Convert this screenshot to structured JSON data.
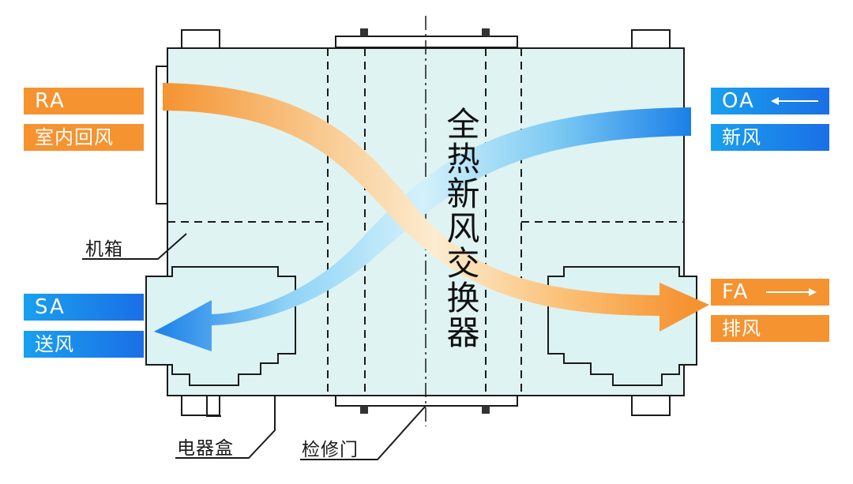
{
  "title": "全热新风交换器",
  "streams": {
    "ra": {
      "code": "RA",
      "name": "室内回风"
    },
    "oa": {
      "code": "OA",
      "name": "新风"
    },
    "sa": {
      "code": "SA",
      "name": "送风"
    },
    "fa": {
      "code": "FA",
      "name": "排风"
    }
  },
  "callouts": {
    "cabinet": "机箱",
    "electrical_box": "电器盒",
    "access_door": "检修门"
  },
  "colors": {
    "orange": "#f59331",
    "blue": "#1a80ea",
    "box_fill": "#dff4f2",
    "stroke": "#1a1a1a"
  }
}
